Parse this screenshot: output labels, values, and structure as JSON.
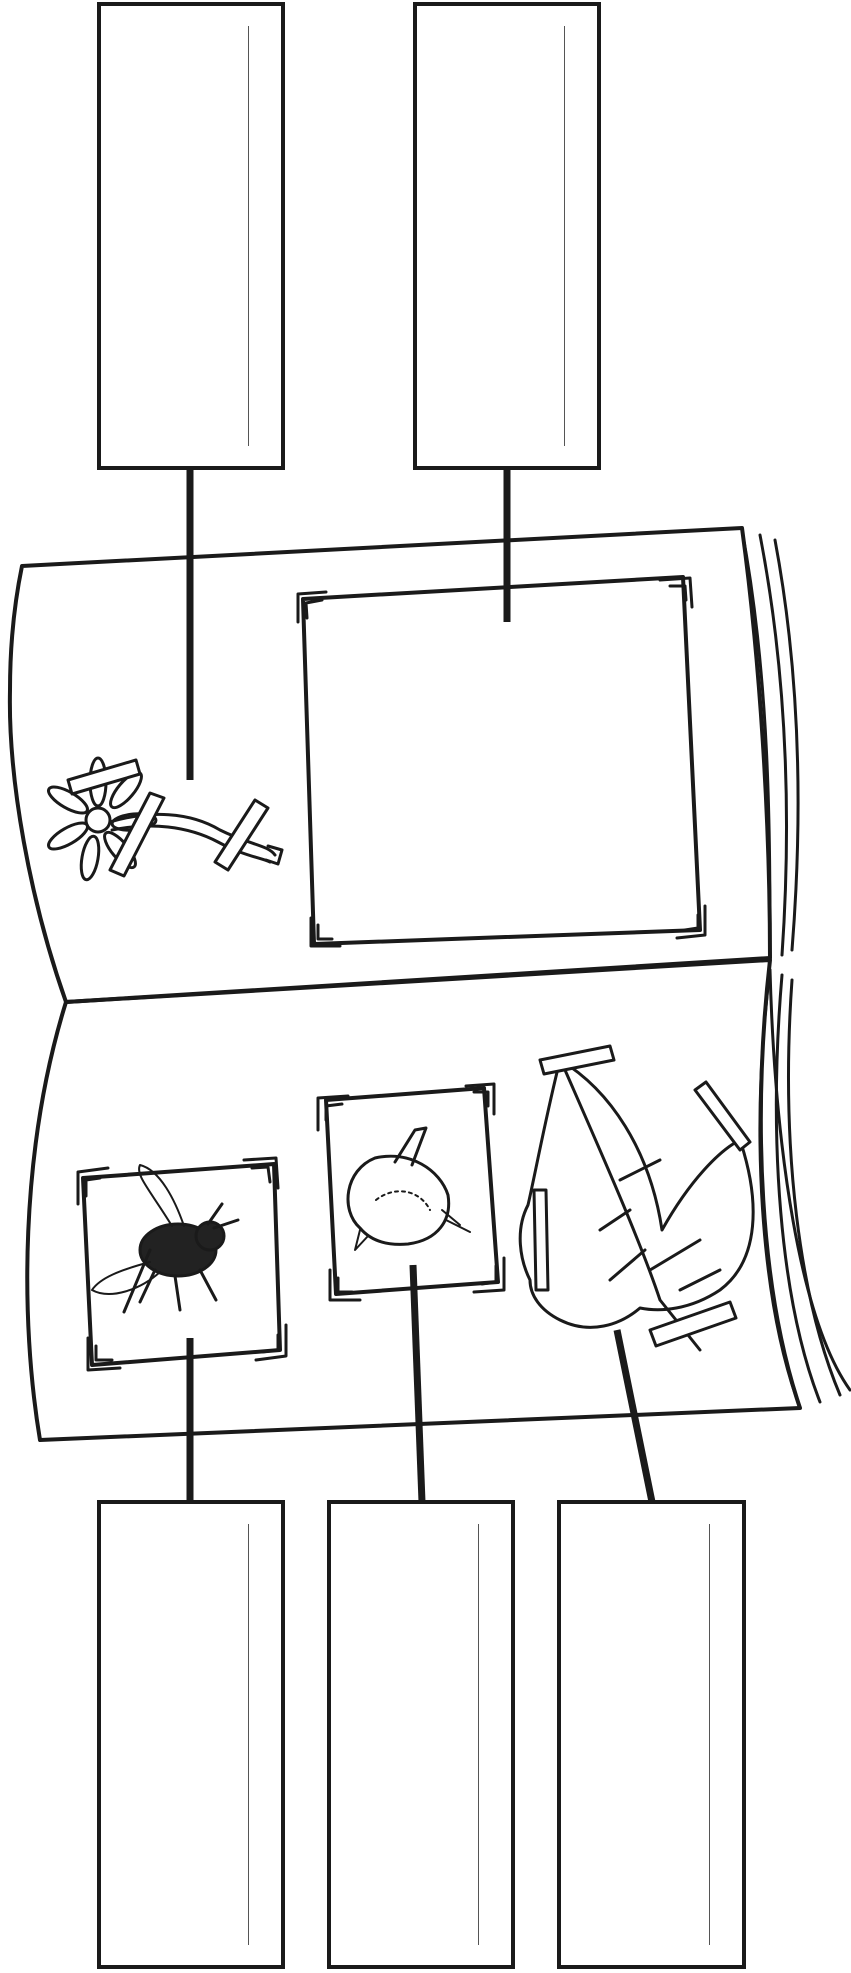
{
  "worksheet": {
    "label_boxes": [
      {
        "id": "box-top-left",
        "text": ""
      },
      {
        "id": "box-top-right",
        "text": ""
      },
      {
        "id": "box-bottom-left",
        "text": ""
      },
      {
        "id": "box-bottom-middle",
        "text": ""
      },
      {
        "id": "box-bottom-right",
        "text": ""
      }
    ],
    "album_items": [
      "flower",
      "photo-frame",
      "bee",
      "bird",
      "leaf"
    ],
    "colors": {
      "ink": "#1a1a1a",
      "paper": "#ffffff"
    }
  }
}
